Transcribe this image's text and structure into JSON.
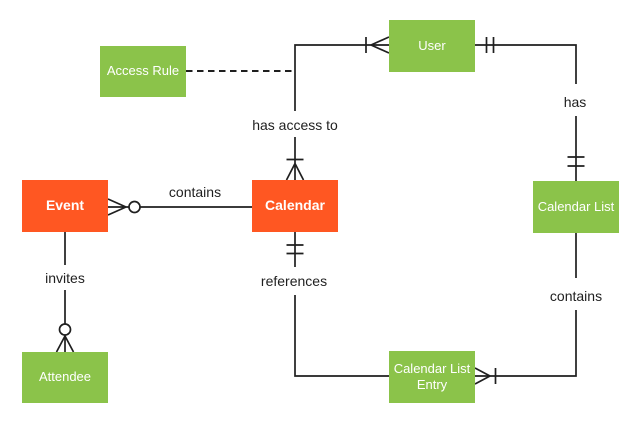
{
  "diagram": {
    "type": "entity-relationship-diagram",
    "notation": "crows-foot",
    "background": "#ffffff",
    "line_color": "#1f1f1f",
    "label_color": "#1f1f1f",
    "entity_text_color": "#ffffff",
    "entity_colors": {
      "primary": "#FF5722",
      "secondary": "#8BC34A"
    },
    "entities": [
      {
        "id": "event",
        "label": "Event",
        "color": "primary"
      },
      {
        "id": "calendar",
        "label": "Calendar",
        "color": "primary"
      },
      {
        "id": "user",
        "label": "User",
        "color": "secondary"
      },
      {
        "id": "access-rule",
        "label": "Access Rule",
        "color": "secondary"
      },
      {
        "id": "calendar-list",
        "label": "Calendar List",
        "color": "secondary"
      },
      {
        "id": "attendee",
        "label": "Attendee",
        "color": "secondary"
      },
      {
        "id": "calendar-list-entry",
        "label": "Calendar List Entry",
        "color": "secondary"
      }
    ],
    "relationships": [
      {
        "from": "Event",
        "to": "Calendar",
        "label": "contains",
        "from_end": "zero-or-many",
        "to_end": "plain",
        "style": "solid"
      },
      {
        "from": "Event",
        "to": "Attendee",
        "label": "invites",
        "from_end": "plain",
        "to_end": "zero-or-many",
        "style": "solid"
      },
      {
        "from": "Calendar",
        "to": "User",
        "label": "has access to",
        "from_end": "one-or-many",
        "to_end": "one-or-many",
        "style": "solid"
      },
      {
        "from": "User",
        "to": "Calendar List",
        "label": "has",
        "from_end": "one-and-only-one",
        "to_end": "one-and-only-one",
        "style": "solid"
      },
      {
        "from": "Calendar",
        "to": "Calendar List Entry",
        "label": "references",
        "from_end": "one-and-only-one",
        "to_end": "plain",
        "style": "solid"
      },
      {
        "from": "Calendar List",
        "to": "Calendar List Entry",
        "label": "contains",
        "from_end": "plain",
        "to_end": "one-or-many",
        "style": "solid"
      },
      {
        "from": "Access Rule",
        "to": "Calendar–User relationship line",
        "label": "",
        "from_end": "plain",
        "to_end": "plain",
        "style": "dashed"
      }
    ]
  }
}
